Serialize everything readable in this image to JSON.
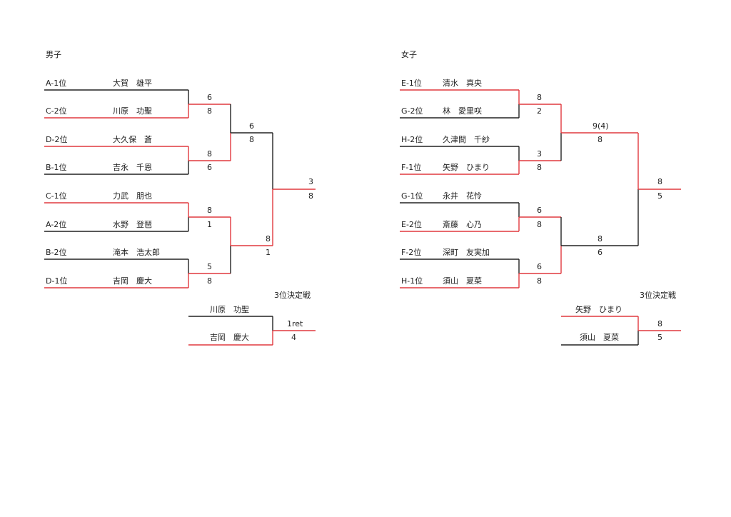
{
  "boys": {
    "title": "男子",
    "entries": [
      {
        "seed": "A-1位",
        "name": "大賀　雄平"
      },
      {
        "seed": "C-2位",
        "name": "川原　功聖"
      },
      {
        "seed": "D-2位",
        "name": "大久保　蒼"
      },
      {
        "seed": "B-1位",
        "name": "吉永　千恩"
      },
      {
        "seed": "C-1位",
        "name": "力武　朋也"
      },
      {
        "seed": "A-2位",
        "name": "水野　登琶"
      },
      {
        "seed": "B-2位",
        "name": "滝本　浩太郎"
      },
      {
        "seed": "D-1位",
        "name": "吉岡　慶大"
      }
    ],
    "round1_scores": [
      [
        "6",
        "8"
      ],
      [
        "8",
        "6"
      ],
      [
        "8",
        "1"
      ],
      [
        "5",
        "8"
      ]
    ],
    "semi_scores": [
      [
        "6",
        "8"
      ],
      [
        "8",
        "1"
      ]
    ],
    "final_scores": [
      "3",
      "8"
    ],
    "third_place": {
      "title": "3位決定戦",
      "players": [
        "川原　功聖",
        "吉岡　慶大"
      ],
      "scores": [
        "1ret",
        "4"
      ]
    }
  },
  "girls": {
    "title": "女子",
    "entries": [
      {
        "seed": "E-1位",
        "name": "清水　真央"
      },
      {
        "seed": "G-2位",
        "name": "林　愛里咲"
      },
      {
        "seed": "H-2位",
        "name": "久津間　千紗"
      },
      {
        "seed": "F-1位",
        "name": "矢野　ひまり"
      },
      {
        "seed": "G-1位",
        "name": "永井　花怜"
      },
      {
        "seed": "E-2位",
        "name": "斎藤　心乃"
      },
      {
        "seed": "F-2位",
        "name": "深町　友実加"
      },
      {
        "seed": "H-1位",
        "name": "須山　夏菜"
      }
    ],
    "round1_scores": [
      [
        "8",
        "2"
      ],
      [
        "3",
        "8"
      ],
      [
        "6",
        "8"
      ],
      [
        "6",
        "8"
      ]
    ],
    "semi_scores": [
      [
        "9(4)",
        "8"
      ],
      [
        "8",
        "6"
      ]
    ],
    "final_scores": [
      "8",
      "5"
    ],
    "third_place": {
      "title": "3位決定戦",
      "players": [
        "矢野　ひまり",
        "須山　夏菜"
      ],
      "scores": [
        "8",
        "5"
      ]
    }
  },
  "colors": {
    "winner_line": "#e0393e",
    "loser_line": "#222222",
    "text": "#222222"
  }
}
